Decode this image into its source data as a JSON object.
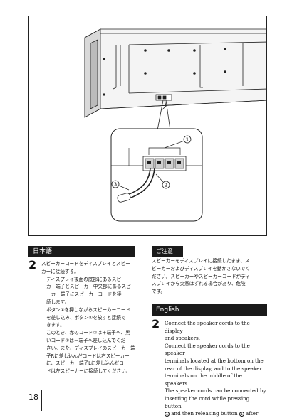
{
  "figure": {
    "callout_1": "1",
    "callout_2": "2",
    "callout_3": "3"
  },
  "japanese": {
    "header": "日本語",
    "step_number": "2",
    "lines": [
      "スピーカーコードをディスプレイとスピー",
      "カーに接続する。",
      "ディスプレイ後面の底部にあるスピー",
      "カー端子とスピーカー中央部にあるスピ",
      "ーカー端子にスピーカーコードを接",
      "続します。",
      "ボタン①を押しながらスピーカーコード",
      "を差し込み、ボタン①を放すと接続で",
      "きます。",
      "このとき、赤のコード②は＋端子へ、黒",
      "いコード③は－端子へ差し込んでくだ",
      "さい。また、ディスプレイのスピーカー端",
      "子Rに差し込んだコードは右スピーカー",
      "に、スピーカー端子Lに差し込んだコー",
      "ドは左スピーカーに接続してください。"
    ]
  },
  "caution": {
    "header": "ご注意",
    "lines": [
      "スピーカーをディスプレイに接続したまま、ス",
      "ピーカーおよびディスプレイを動かさないでく",
      "ださい。スピーカーやスピーカーコードがディ",
      "スプレイから突然はずれる場合があり、危険",
      "です。"
    ]
  },
  "english": {
    "header": "English",
    "step_number": "2",
    "line1": "Connect the speaker cords to the display",
    "line2": "and speakers.",
    "lines": [
      "Connect the speaker cords to the speaker",
      "terminals located at the bottom on the",
      "rear of the display, and to the speaker",
      "terminals on the middle of the speakers.",
      "The speaker cords can be connected by",
      "inserting the cord while pressing button"
    ],
    "last_line_pre": "and then releasing button",
    "last_line_post": "after",
    "button_ref": "1"
  },
  "page_number": "18"
}
